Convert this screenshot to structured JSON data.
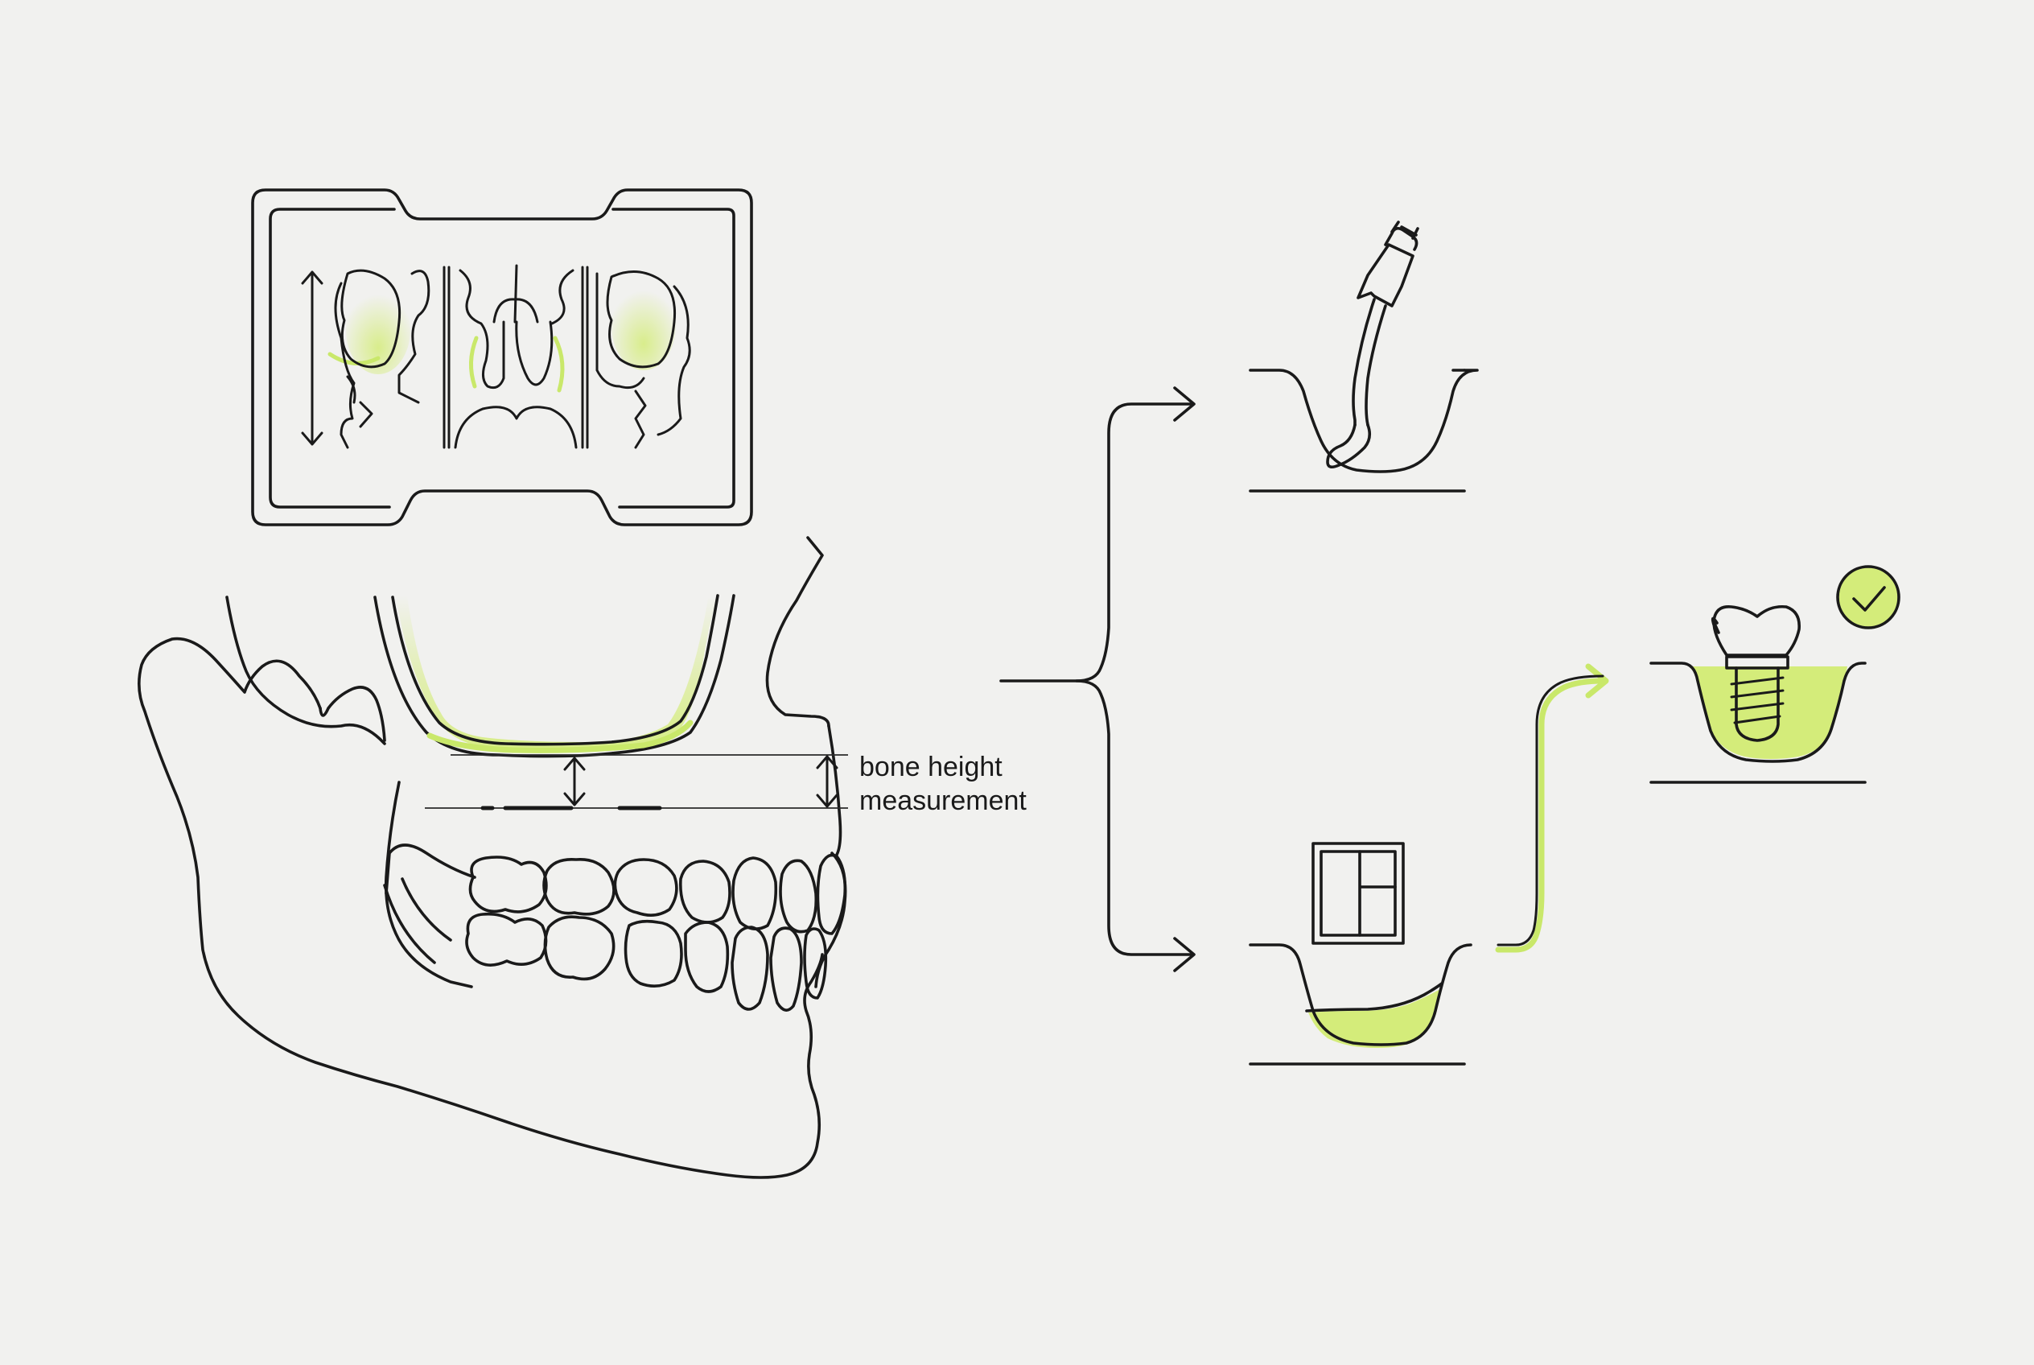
{
  "annotation": {
    "line1": "bone height",
    "line2": "measurement"
  },
  "colors": {
    "line": "#1a1a1a",
    "accent": "#d4ec7a",
    "background": "#f1f1ef"
  },
  "icons": [
    "ct-scan-panel-icon",
    "skull-jaw-profile-icon",
    "bone-height-measurement-arrows",
    "branching-bracket-arrow",
    "probe-socket-icon",
    "bone-graft-socket-icon",
    "graft-block-icon",
    "implant-crown-icon",
    "success-check-icon"
  ]
}
